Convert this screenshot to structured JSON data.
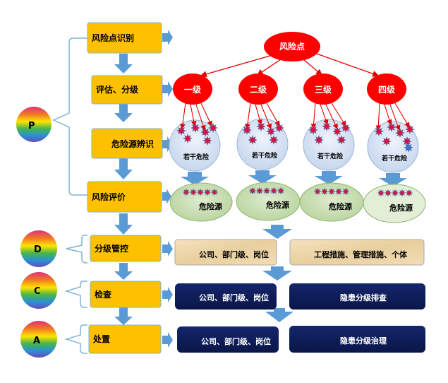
{
  "pdca": {
    "p": "P",
    "d": "D",
    "c": "C",
    "a": "A"
  },
  "steps": [
    "风险点识别",
    "评估、分级",
    "危险源辨识",
    "风险评价",
    "分级管控",
    "检查",
    "处置"
  ],
  "tree": {
    "root": "风险点",
    "levels": [
      "一级",
      "二级",
      "三级",
      "四级"
    ],
    "hazards": "若干危险",
    "sources": "危险源"
  },
  "control": {
    "left": "公司、部门级、岗位",
    "right": "工程措施、管理措施、个体"
  },
  "check": {
    "left": "公司、部门级、岗位",
    "right": "隐患分级排查"
  },
  "dispose": {
    "left": "公司、部门级、岗位",
    "right": "隐患分级治理"
  },
  "colors": {
    "step_fill": "#FFC000",
    "red": "#FF0000",
    "navy": "#0F1F5C",
    "blue_arrow": "#5B9BD5",
    "bracket": "#7FB3D5"
  }
}
